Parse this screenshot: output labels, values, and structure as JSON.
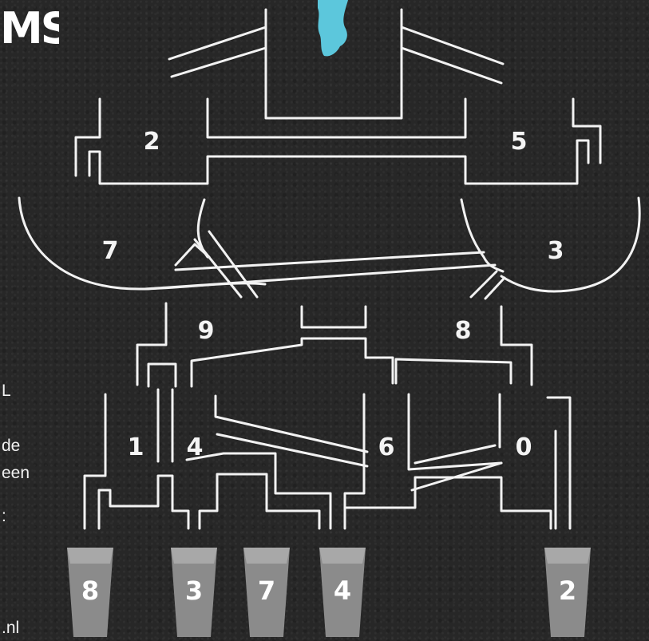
{
  "title_fragment": "MS",
  "side_text": [
    "L",
    "de",
    "een",
    ":",
    ".nl"
  ],
  "colors": {
    "background": "#272727",
    "pipe": "#f2f2f2",
    "water": "#5cc7dc",
    "cup": "#8b8b8b"
  },
  "valves": [
    {
      "id": "valve-2",
      "label": "2"
    },
    {
      "id": "valve-5",
      "label": "5"
    },
    {
      "id": "valve-7",
      "label": "7"
    },
    {
      "id": "valve-3",
      "label": "3"
    },
    {
      "id": "valve-9",
      "label": "9"
    },
    {
      "id": "valve-8",
      "label": "8"
    },
    {
      "id": "valve-1",
      "label": "1"
    },
    {
      "id": "valve-4",
      "label": "4"
    },
    {
      "id": "valve-6",
      "label": "6"
    },
    {
      "id": "valve-0",
      "label": "0"
    }
  ],
  "cups": [
    {
      "id": "cup-1",
      "label": "8"
    },
    {
      "id": "cup-2",
      "label": "3"
    },
    {
      "id": "cup-3",
      "label": "7"
    },
    {
      "id": "cup-4",
      "label": "4"
    },
    {
      "id": "cup-5",
      "label": "2"
    }
  ]
}
